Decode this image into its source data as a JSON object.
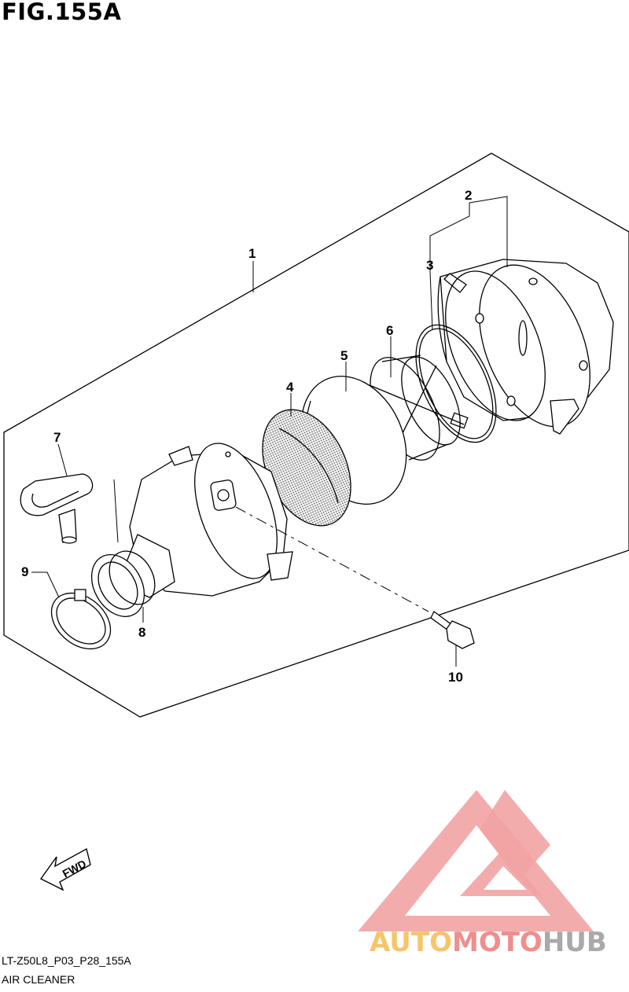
{
  "figure": {
    "title": "FIG.155A"
  },
  "callouts": [
    {
      "id": "1",
      "label": "1"
    },
    {
      "id": "2",
      "label": "2"
    },
    {
      "id": "3",
      "label": "3"
    },
    {
      "id": "4",
      "label": "4"
    },
    {
      "id": "5",
      "label": "5"
    },
    {
      "id": "6",
      "label": "6"
    },
    {
      "id": "7",
      "label": "7"
    },
    {
      "id": "8",
      "label": "8"
    },
    {
      "id": "9",
      "label": "9"
    },
    {
      "id": "10",
      "label": "10"
    }
  ],
  "fwd": {
    "label": "FWD"
  },
  "watermark": {
    "part1": "AUTO",
    "part2": "MOTO",
    "part3": "HUB",
    "colors": {
      "logo": "#f2a3a3",
      "auto": "#f6c56a",
      "moto": "#ef8e8e",
      "hub": "#a9a9a9"
    }
  },
  "footer": {
    "code": "LT-Z50L8_P03_P28_155A",
    "name": "AIR CLEANER"
  }
}
